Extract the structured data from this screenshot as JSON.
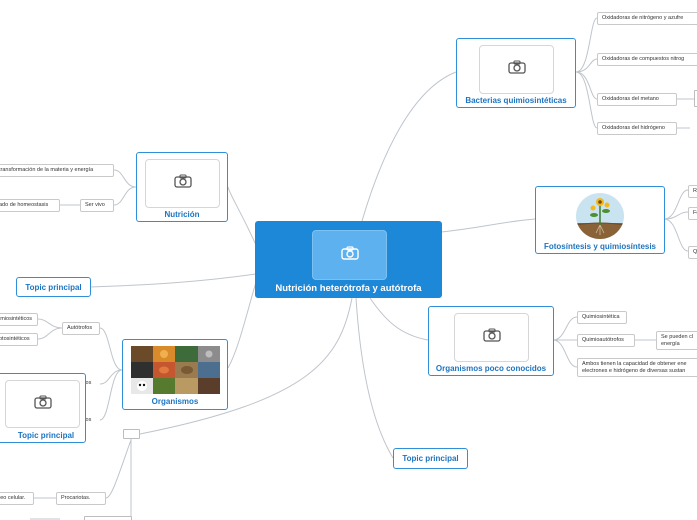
{
  "central": {
    "title": "Nutrición heterótrofa y autótrofa",
    "icon": "camera-icon"
  },
  "bacterias": {
    "title": "Bacterias quimiosintéticas",
    "icon": "camera-icon",
    "children": [
      "Oxidadoras de nitrógeno y azufre",
      "Oxidadoras de compuestos nitrog",
      "Oxidadoras del metano",
      "Oxidadoras del hidrógeno"
    ]
  },
  "fotosintesis": {
    "title": "Fotosíntesis y quimiosíntesis",
    "image": "plant-photo",
    "children": [
      "Re",
      "Fo",
      "Q"
    ]
  },
  "organismos_poco": {
    "title": "Organismos poco conocidos",
    "icon": "camera-icon",
    "children": [
      "Quimiosintética",
      "Quimioautótrofos",
      "Ambos tienen la capacidad de obtener ene electrones e hidrógeno de diversas sustan"
    ],
    "sub": "Se pueden cl energía"
  },
  "topic_bottom_right": {
    "title": "Topic principal"
  },
  "nutricion": {
    "title": "Nutrición",
    "icon": "camera-icon",
    "children": [
      "transformación de la materia y energía",
      "Ser vivo"
    ],
    "sub": "ado de homeostasis"
  },
  "topic_left_top": {
    "title": "Topic principal"
  },
  "organismos": {
    "title": "Organismos",
    "image": "animals-collage",
    "children": [
      "Autótrofos",
      "fos",
      "fos"
    ],
    "sub": [
      "imiosintéticos",
      "otosintéticos"
    ]
  },
  "topic_left_box": {
    "title": "Topic principal",
    "icon": "camera-icon"
  },
  "bottom": {
    "children": [
      "Procariotas."
    ],
    "sub": "leo celular."
  }
}
